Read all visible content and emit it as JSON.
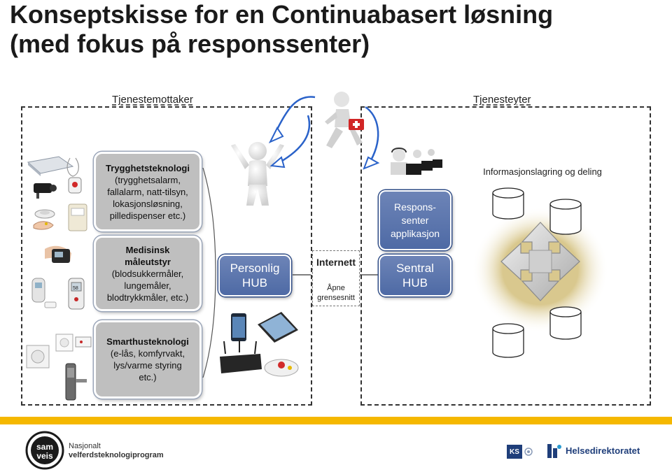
{
  "title_line1": "Konseptskisse for en Continuabasert løsning",
  "title_line2": "(med fokus på responssenter)",
  "header_left": "Tjenestemottaker",
  "header_right": "Tjenesteyter",
  "box_trygghet": {
    "heading": "Trygghetsteknologi",
    "body": "(trygghetsalarm,\nfallalarm, natt-tilsyn,\nlokasjonsløsning,\npilledispenser etc.)"
  },
  "box_medisinsk": {
    "heading": "Medisinsk\nmåleutstyr",
    "body": "(blodsukkermåler,\nlungemåler,\nblodtrykkmåler, etc.)"
  },
  "box_smarthus": {
    "heading": "Smarthusteknologi",
    "body": "(e-lås, komfyrvakt,\nlys/varme styring\netc.)"
  },
  "personlig_hub": "Personlig\nHUB",
  "internett": "Internett",
  "apne_grensesnitt": "Åpne\ngrensesnitt",
  "respons_app": "Respons-\nsenter\napplikasjon",
  "sentral_hub": "Sentral\nHUB",
  "info_label": "Informasjonslagring og deling",
  "footer_left_line1": "Nasjonalt",
  "footer_left_line2": "velferdsteknologiprogram",
  "logo_text_1": "sam",
  "logo_text_2": "veis",
  "footer_ks": "KS",
  "footer_right": "Helsedirektoratet",
  "colors": {
    "accent_yellow": "#f5b800",
    "hub_blue": "#5671aa",
    "box_grey": "#bfbfbf",
    "arrow_blue": "#2a62c9"
  }
}
